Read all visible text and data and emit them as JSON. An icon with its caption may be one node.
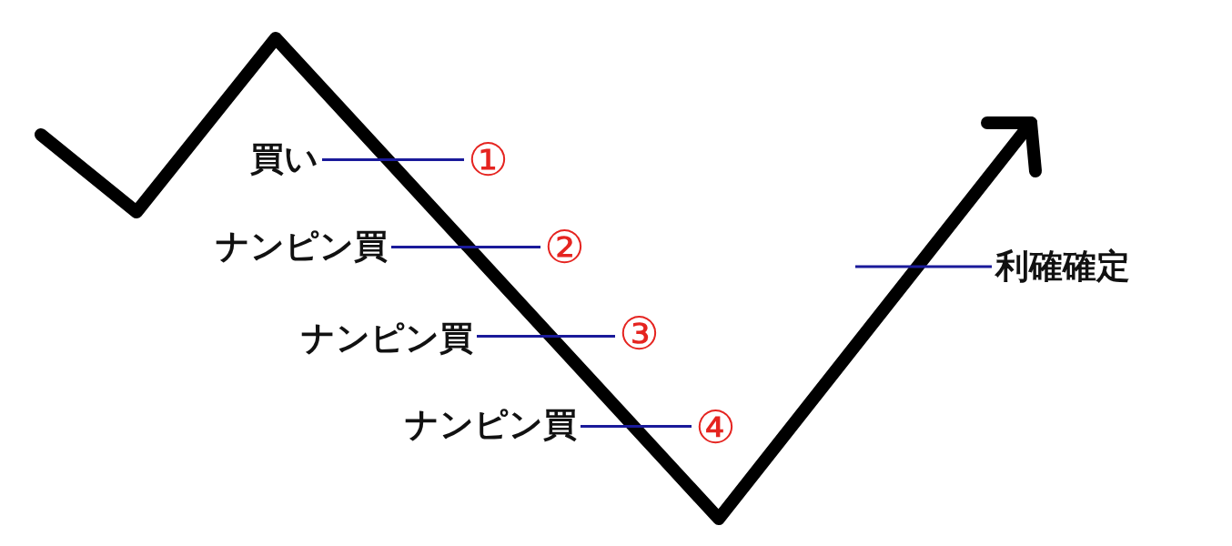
{
  "diagram": {
    "nodes": [
      {
        "text": [
          "買い"
        ]
      },
      {
        "text": [
          "①"
        ]
      },
      {
        "text": [
          "ナンピン買"
        ]
      },
      {
        "text": [
          "②"
        ]
      },
      {
        "text": [
          "ナンピン買"
        ]
      },
      {
        "text": [
          "③"
        ]
      },
      {
        "text": [
          "ナンピン買"
        ]
      },
      {
        "text": [
          "④"
        ]
      },
      {
        "text": [
          "利確確定"
        ]
      }
    ],
    "edges": [
      {
        "from": 0,
        "to": 1,
        "arrow": "none"
      },
      {
        "from": 2,
        "to": 3,
        "arrow": "none"
      },
      {
        "from": 4,
        "to": 5,
        "arrow": "none"
      },
      {
        "from": 6,
        "to": 7,
        "arrow": "none"
      },
      {
        "from": null,
        "to": 8,
        "arrow": "none"
      }
    ]
  }
}
